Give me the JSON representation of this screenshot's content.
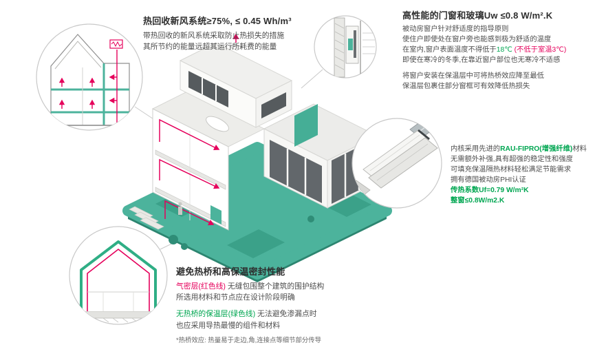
{
  "colors": {
    "accent_teal": "#4cb39c",
    "accent_green": "#00a651",
    "accent_red": "#e5005b",
    "text_dark": "#2e2e2e",
    "text_body": "#4d4d4d",
    "circle_stroke": "#c8c8c8"
  },
  "sections": {
    "heat_recovery": {
      "title": "热回收新风系统≥75%, ≤ 0.45 Wh/m³",
      "body": [
        "带热回收的新风系统采取防止热损失的措施",
        "其所节约的能量远超其运行所耗费的能量"
      ]
    },
    "windows_glass": {
      "title": "高性能的门窗和玻璃Uw ≤0.8 W/m².K",
      "line1": "被动房窗户针对舒适度的指导原则",
      "line2": "使住户即使处在窗户旁也能感到极为舒适的温度",
      "line3_pre": "在室内,窗户表面温度不得低于",
      "line3_green": "18℃",
      "line3_red": " (不低于室温3℃)",
      "line4": "即使在寒冷的冬季,在靠近窗户部位也无寒冷不适感",
      "line5": "将窗户安装在保温层中可将热桥效应降至最低",
      "line6": "保温层包裹住部分窗框可有效降低热损失"
    },
    "profile_material": {
      "line1_pre": "内核采用先进的",
      "line1_green": "RAU-FIPRO(增强纤维)",
      "line1_post": "材料",
      "line2": "无需额外补强,具有超强的稳定性和强度",
      "line3": "可填充保温隔热材料轻松满足节能需求",
      "line4": "拥有德国被动房PHI认证",
      "u_value": "传热系数Uf=0.79 W/m²K",
      "whole_window": "整窗≤0.8W/m2.K"
    },
    "thermal_bridge": {
      "title": "避免热桥和高保温密封性能",
      "airtight_label": "气密层(红色线)",
      "airtight_rest": " 无缝包围整个建筑的围护结构",
      "line2": "所选用材料和节点应在设计阶段明确",
      "insulation_label": "无热桥的保温层(绿色线)",
      "insulation_rest": " 无法避免渗漏点时",
      "line4": "也应采用导热最慢的组件和材料",
      "footnote": "*热桥效应: 热量易于走边,角,连接点等细节部分传导"
    }
  }
}
